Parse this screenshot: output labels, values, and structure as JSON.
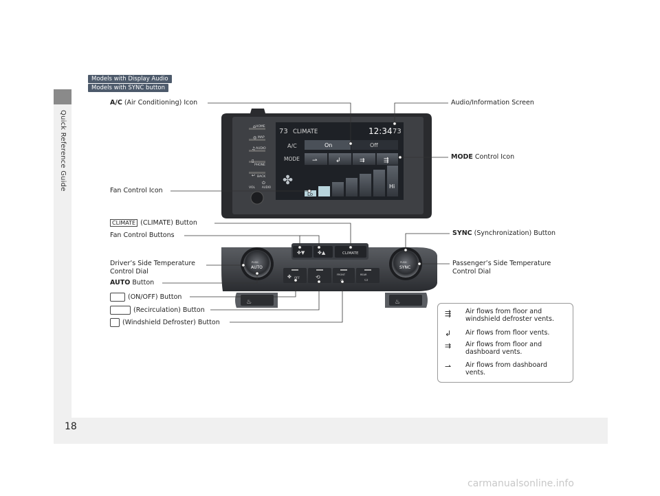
{
  "page": {
    "number": "18",
    "side_title": "Quick Reference Guide"
  },
  "badges": [
    "Models with Display Audio",
    "Models with SYNC button"
  ],
  "screen": {
    "temp_left": "73",
    "title": "CLIMATE",
    "clock": "12:34",
    "temp_right": "73",
    "ac_label": "A/C",
    "on_label": "On",
    "off_label": "Off",
    "mode_label": "MODE",
    "fan_lo": "Lo",
    "fan_hi": "Hi",
    "side_buttons": [
      "HOME",
      "MAP",
      "AUDIO",
      "PHONE",
      "BACK",
      "VOL",
      "AUDIO"
    ]
  },
  "panel": {
    "climate_btn": "CLIMATE",
    "auto_dial": "AUTO",
    "sync_dial": "SYNC",
    "push_left": "PUSH",
    "push_right": "PUSH",
    "onoff_btn": "OFF",
    "front_btn": "FRONT",
    "rear_btn": "REAR"
  },
  "labels": {
    "ac_icon": {
      "bold": "A/C",
      "rest": " (Air Conditioning) Icon"
    },
    "audio_screen": "Audio/Information Screen",
    "mode_icon": {
      "bold": "MODE",
      "rest": " Control Icon"
    },
    "fan_icon": "Fan Control Icon",
    "climate_button": {
      "chip": "CLIMATE",
      "rest": "(CLIMATE) Button"
    },
    "fan_buttons": "Fan Control Buttons",
    "sync_button": {
      "bold": "SYNC",
      "rest": " (Synchronization) Button"
    },
    "driver_dial_1": "Driver’s Side Temperature",
    "driver_dial_2": "Control Dial",
    "passenger_dial_1": "Passenger’s Side Temperature",
    "passenger_dial_2": "Control Dial",
    "auto_button": {
      "bold": "AUTO",
      "rest": " Button"
    },
    "onoff_button": "(ON/OFF) Button",
    "recirc_button": "(Recirculation) Button",
    "defrost_button": "(Windshield Defroster) Button"
  },
  "legend": [
    {
      "icon": "floor-windshield-vent-icon",
      "text": "Air flows from floor and windshield defroster vents."
    },
    {
      "icon": "floor-vent-icon",
      "text": "Air flows from floor vents."
    },
    {
      "icon": "floor-dashboard-vent-icon",
      "text": "Air flows from floor and dashboard vents."
    },
    {
      "icon": "dashboard-vent-icon",
      "text": "Air flows from dashboard vents."
    }
  ],
  "watermark": "carmanualsonline.info",
  "colors": {
    "badge": "#4d5a6b",
    "tab": "#8a8a8a",
    "screen": "#1e2126",
    "fan_active": "#b8d4dc"
  }
}
